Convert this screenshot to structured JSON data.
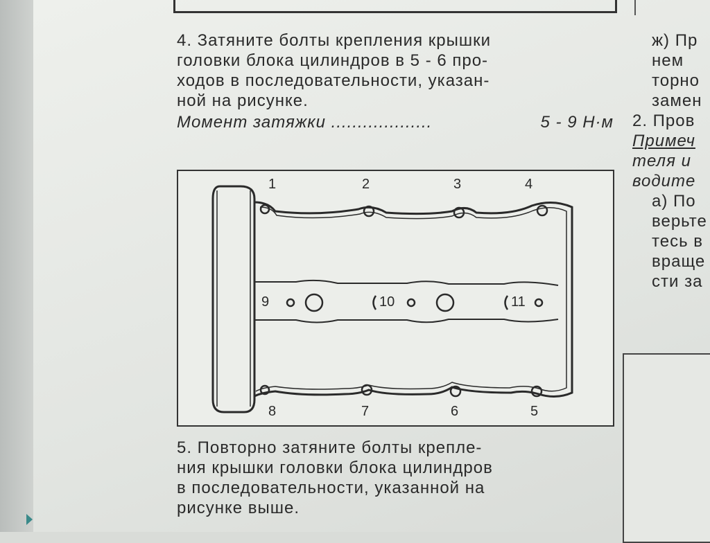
{
  "step4": {
    "lines": [
      "4. Затяните болты крепления крышки",
      "головки блока цилиндров в 5 - 6 про-",
      "ходов в последовательности, указан-",
      "ной на рисунке."
    ],
    "torque_label": "Момент затяжки ...................",
    "torque_value": "5 - 9 Н·м"
  },
  "figure": {
    "labels": [
      "1",
      "2",
      "3",
      "4",
      "5",
      "6",
      "7",
      "8",
      "9",
      "10",
      "11"
    ]
  },
  "step5": {
    "lines": [
      "5. Повторно затяните болты крепле-",
      "ния крышки головки блока цилиндров",
      "в последовательности, указанной на",
      "рисунке выше."
    ]
  },
  "right_column": {
    "lines": [
      "ж) Пр",
      "нем",
      "торно",
      "замен",
      "2. Пров",
      "Примеч",
      "теля и",
      "водите",
      "а) По",
      "верьте",
      "тесь в",
      "враще",
      "сти за"
    ]
  }
}
